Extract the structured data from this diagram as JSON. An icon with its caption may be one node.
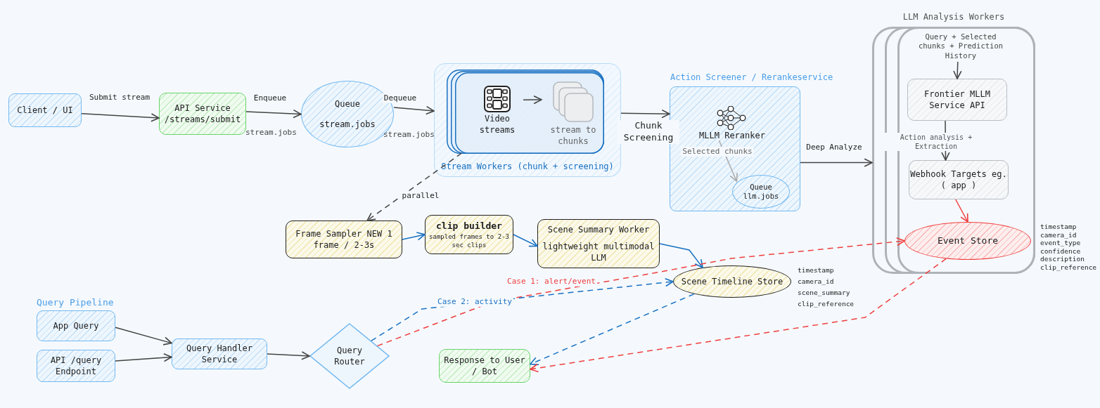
{
  "diagram": {
    "nodes": [
      {
        "text": [
          "Client / UI"
        ]
      },
      {
        "text": [
          "API Service /streams/submit"
        ]
      },
      {
        "text": [
          "Queue",
          "stream.jobs"
        ]
      },
      {
        "text": [
          "Stream Workers (chunk + screening)"
        ]
      },
      {
        "text": [],
        "shape": "box",
        "in": 3
      },
      {
        "text": [
          "Video streams"
        ],
        "in": 4
      },
      {
        "text": [
          "stream to chunks"
        ],
        "in": 4
      },
      {
        "text": [
          "Action Screener / Rerankeservice"
        ]
      },
      {
        "text": [
          "MLLM Reranker"
        ],
        "in": 7
      },
      {
        "text": [
          "Queue",
          "llm.jobs"
        ],
        "in": 7
      },
      {
        "text": [
          "LLM Analysis Workers"
        ]
      },
      {
        "text": [
          "Query + Selected chunks + Prediction History"
        ],
        "in": 10
      },
      {
        "text": [
          "Frontier MLLM Service API"
        ],
        "in": 10
      },
      {
        "text": [
          "Webhook Targets eg. ( app )"
        ],
        "in": 10
      },
      {
        "text": [
          "Event Store"
        ],
        "in": 10,
        "beside": [
          "timestamp",
          "camera_id",
          "event_type",
          "confidence",
          "description",
          "clip_reference"
        ]
      },
      {
        "text": [
          "Frame Sampler NEW 1 frame / 2-3s"
        ]
      },
      {
        "text": [
          "clip builder",
          "sampled frames to 2-3 sec clips"
        ]
      },
      {
        "text": [
          "Scene Summary Worker",
          "lightweight multimodal LLM"
        ]
      },
      {
        "text": [
          "Scene Timeline Store"
        ],
        "beside": [
          "timestamp",
          "camera_id",
          "scene_summary",
          "clip_reference"
        ]
      },
      {
        "text": [
          "App Query"
        ]
      },
      {
        "text": [
          "API /query Endpoint"
        ]
      },
      {
        "text": [
          "Query Handler Service"
        ]
      },
      {
        "text": [
          "Query Router"
        ]
      },
      {
        "text": [
          "Response to User / Bot"
        ]
      }
    ],
    "edges": [
      {
        "from": 0,
        "to": 1,
        "arrow": "to",
        "label": "Submit stream"
      },
      {
        "from": 1,
        "to": 2,
        "arrow": "to",
        "label": "Enqueue"
      },
      {
        "from": 2,
        "to": 3,
        "arrow": "to",
        "label": "Dequeue"
      },
      {
        "from": 5,
        "to": 6,
        "arrow": "to"
      },
      {
        "from": 3,
        "to": 7,
        "arrow": "to",
        "label": "Chunk Screening"
      },
      {
        "from": 8,
        "to": 9,
        "arrow": "to",
        "label": "Selected chunks",
        "color": "#aaaaaa"
      },
      {
        "from": 7,
        "to": 10,
        "arrow": "to",
        "label": "Deep Analyze"
      },
      {
        "from": 11,
        "to": 12,
        "arrow": "to"
      },
      {
        "from": 12,
        "to": 13,
        "arrow": "to",
        "label": "Action analysis + Extraction"
      },
      {
        "from": 13,
        "to": 14,
        "arrow": "to",
        "color": "#f03e3e"
      },
      {
        "from": 4,
        "to": 15,
        "arrow": "to",
        "style": "dashed",
        "label": "parallel"
      },
      {
        "from": 15,
        "to": 16,
        "arrow": "to",
        "color": "#1971c2"
      },
      {
        "from": 16,
        "to": 17,
        "arrow": "to",
        "color": "#1971c2"
      },
      {
        "from": 17,
        "to": 18,
        "arrow": "to",
        "color": "#1971c2"
      },
      {
        "from": 19,
        "to": 21,
        "arrow": "to"
      },
      {
        "from": 20,
        "to": 21,
        "arrow": "to"
      },
      {
        "from": 21,
        "to": 22,
        "arrow": "to"
      },
      {
        "from": 22,
        "to": 14,
        "arrow": "to",
        "style": "dashed",
        "color": "#f03e3e",
        "label": "Case 1: alert/event"
      },
      {
        "from": 22,
        "to": 18,
        "arrow": "to",
        "style": "dashed",
        "color": "#1971c2",
        "label": "Case 2: activity"
      },
      {
        "from": 18,
        "to": 23,
        "arrow": "to",
        "style": "dashed",
        "color": "#1971c2"
      },
      {
        "from": 14,
        "to": 23,
        "arrow": "to",
        "style": "dashed",
        "color": "#f03e3e"
      }
    ],
    "labels": [
      "stream.jobs",
      "stream.jobs",
      "Query Pipeline"
    ]
  }
}
